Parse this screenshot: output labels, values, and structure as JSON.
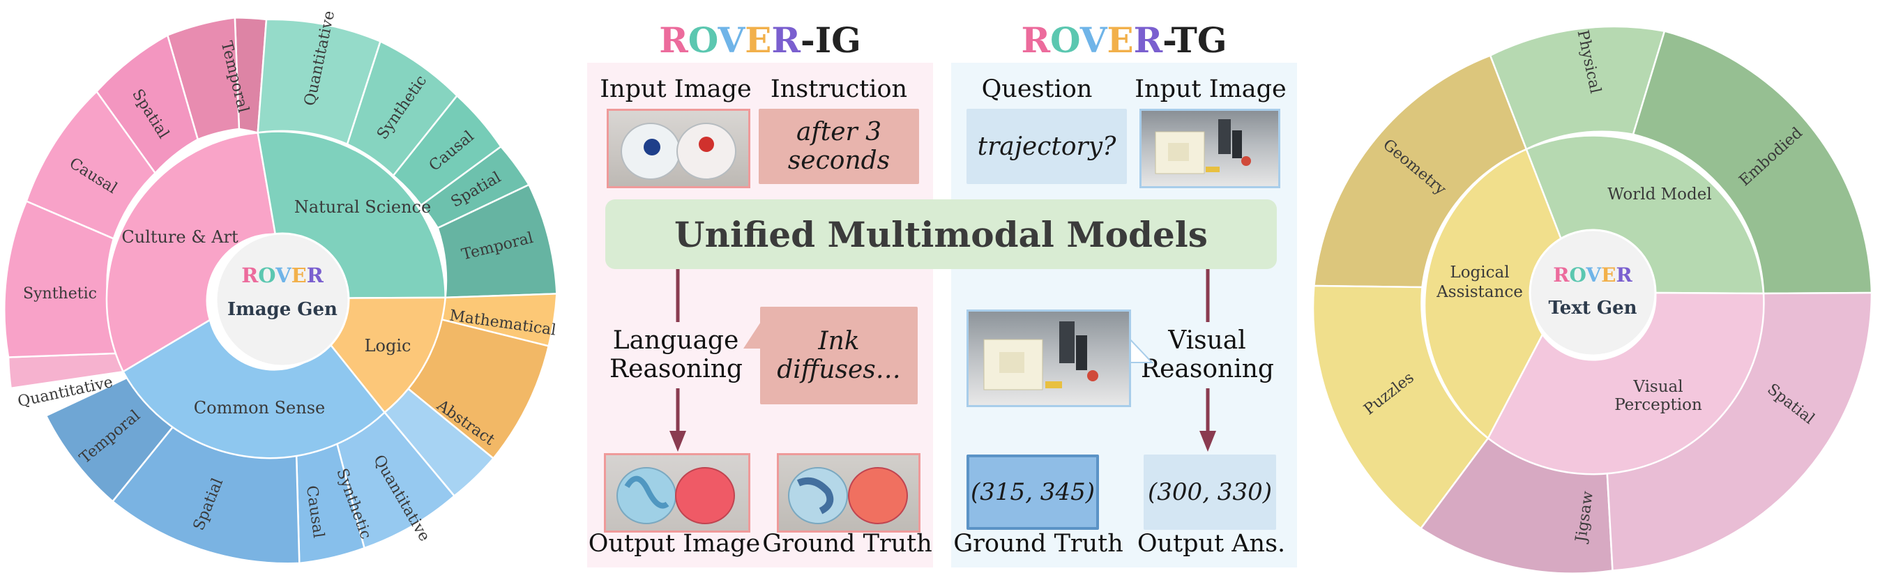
{
  "rover_letters": [
    {
      "ch": "R",
      "color": "#ec6b9c"
    },
    {
      "ch": "O",
      "color": "#5bc7b0"
    },
    {
      "ch": "V",
      "color": "#6fb4e8"
    },
    {
      "ch": "E",
      "color": "#f2b04a"
    },
    {
      "ch": "R",
      "color": "#7a5fcf"
    }
  ],
  "left_sunburst": {
    "center_sub": "Image Gen",
    "inner": [
      "Culture & Art",
      "Natural Science",
      "Logic",
      "Common Sense"
    ],
    "outer": [
      "Temporal",
      "Spatial",
      "Causal",
      "Synthetic",
      "Quantitative",
      "Quantitative",
      "Synthetic",
      "Causal",
      "Spatial",
      "Temporal",
      "Mathematical",
      "Abstract",
      "Quantitative",
      "Synthetic",
      "Causal",
      "Spatial",
      "Temporal"
    ]
  },
  "right_sunburst": {
    "center_sub": "Text Gen",
    "inner": [
      "World Model",
      "Logical Assistance",
      "Visual Perception"
    ],
    "outer": [
      "Physical",
      "Embodied",
      "Geometry",
      "Puzzles",
      "Spatial",
      "Jigsaw"
    ]
  },
  "ig": {
    "suffix": "-IG",
    "input_image_label": "Input Image",
    "instruction_label": "Instruction",
    "instruction_text": "after 3 seconds",
    "reasoning_label": "Language Reasoning",
    "reasoning_text": "Ink diffuses…",
    "output_label": "Output Image",
    "gt_label": "Ground Truth"
  },
  "tg": {
    "suffix": "-TG",
    "question_label": "Question",
    "question_text": "trajectory?",
    "input_image_label": "Input Image",
    "reasoning_label": "Visual Reasoning",
    "gt_value": "(315, 345)",
    "out_value": "(300, 330)",
    "gt_label": "Ground Truth",
    "out_label": "Output Ans."
  },
  "unified_label": "Unified Multimodal Models",
  "colors": {
    "pink_panel": "#fdf0f5",
    "blue_panel": "#eef7fc",
    "banner": "#d9ecd3",
    "arrow": "#8a3b50",
    "pink_box": "#e8b4ad",
    "blue_box": "#d4e6f3"
  }
}
